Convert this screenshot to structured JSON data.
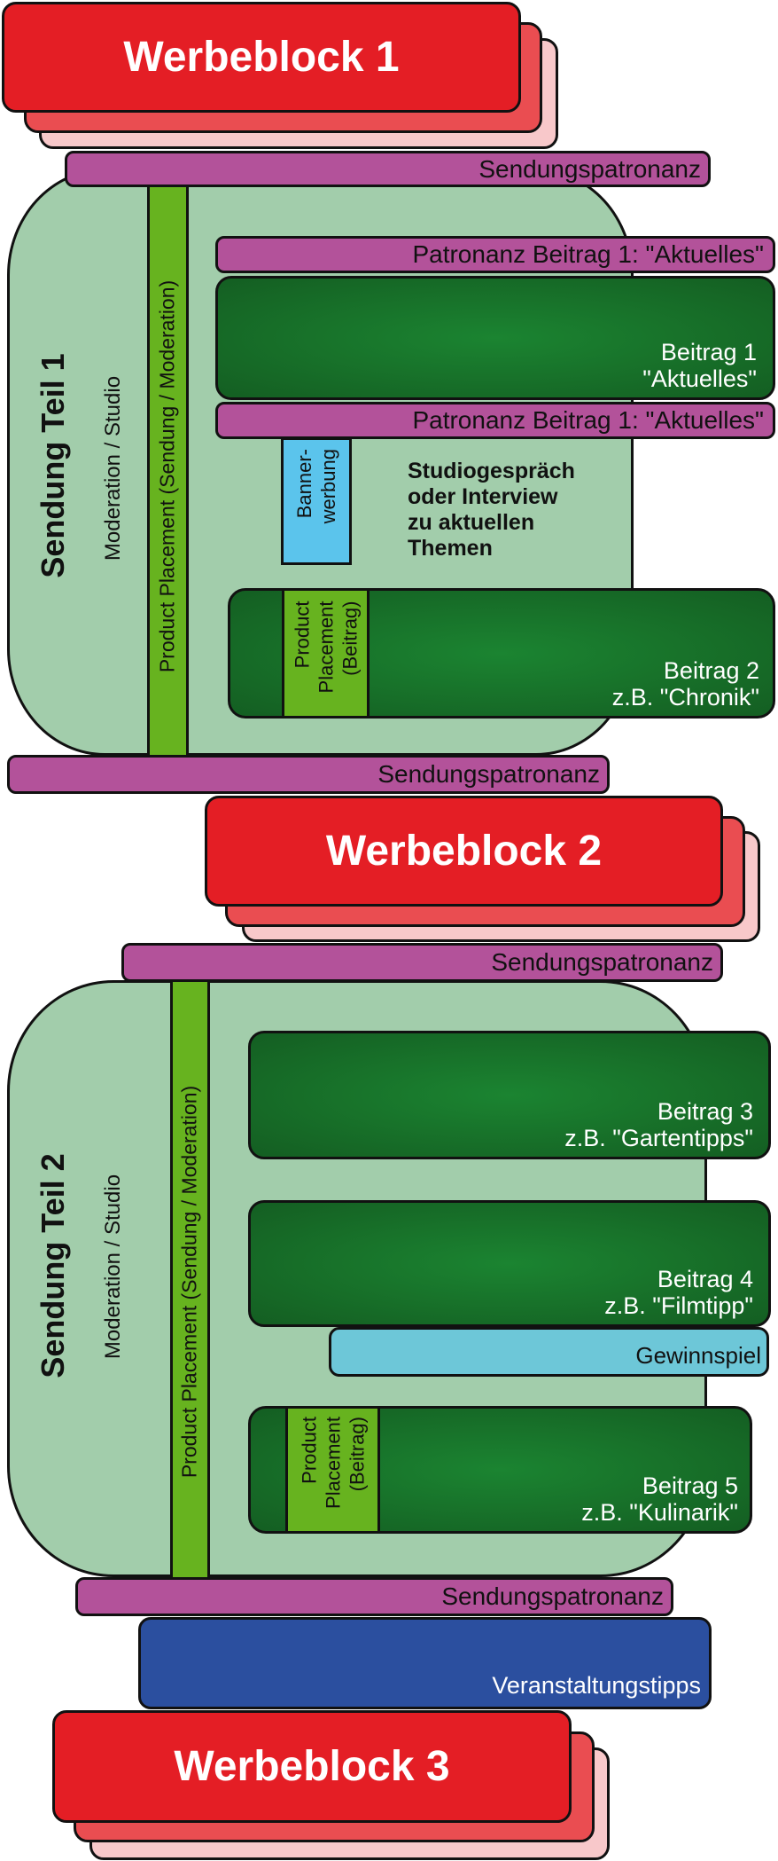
{
  "colors": {
    "ad_red": "#e41e25",
    "ad_red_mid": "#ea4d51",
    "ad_pink": "#f8c8ca",
    "sponsor_purple": "#b3529a",
    "studio_green": "#a2cdab",
    "pp_green": "#67b31f",
    "beitrag_light": "#1b8431",
    "beitrag_dark": "#145e22",
    "banner_blue": "#5bc4ec",
    "gewinnspiel_cyan": "#6dc7d8",
    "event_blue": "#2b4f9f",
    "outline": "#111111"
  },
  "ad_blocks": [
    {
      "label": "Werbeblock 1"
    },
    {
      "label": "Werbeblock 2"
    },
    {
      "label": "Werbeblock 3"
    }
  ],
  "show_sponsorship": "Sendungspatronanz",
  "part1": {
    "title": "Sendung Teil 1",
    "subtitle": "Moderation / Studio",
    "product_placement": "Product Placement (Sendung / Moderation)",
    "item_sponsor_top": "Patronanz Beitrag 1: \"Aktuelles\"",
    "beitrag1": {
      "line1": "Beitrag 1",
      "line2": "\"Aktuelles\""
    },
    "item_sponsor_bottom": "Patronanz Beitrag 1: \"Aktuelles\"",
    "banner": {
      "line1": "Banner-",
      "line2": "werbung"
    },
    "studio_talk": [
      "Studiogespräch",
      "oder Interview",
      "zu aktuellen",
      "Themen"
    ],
    "beitrag2": {
      "line1": "Beitrag 2",
      "line2": "z.B. \"Chronik\"",
      "product_placement": [
        "Product",
        "Placement",
        "(Beitrag)"
      ]
    }
  },
  "part2": {
    "title": "Sendung Teil 2",
    "subtitle": "Moderation / Studio",
    "product_placement": "Product Placement (Sendung / Moderation)",
    "beitrag3": {
      "line1": "Beitrag 3",
      "line2": "z.B. \"Gartentipps\""
    },
    "beitrag4": {
      "line1": "Beitrag 4",
      "line2": "z.B. \"Filmtipp\""
    },
    "gewinnspiel": "Gewinnspiel",
    "beitrag5": {
      "line1": "Beitrag 5",
      "line2": "z.B. \"Kulinarik\"",
      "product_placement": [
        "Product",
        "Placement",
        "(Beitrag)"
      ]
    }
  },
  "event_tips": "Veranstaltungstipps"
}
